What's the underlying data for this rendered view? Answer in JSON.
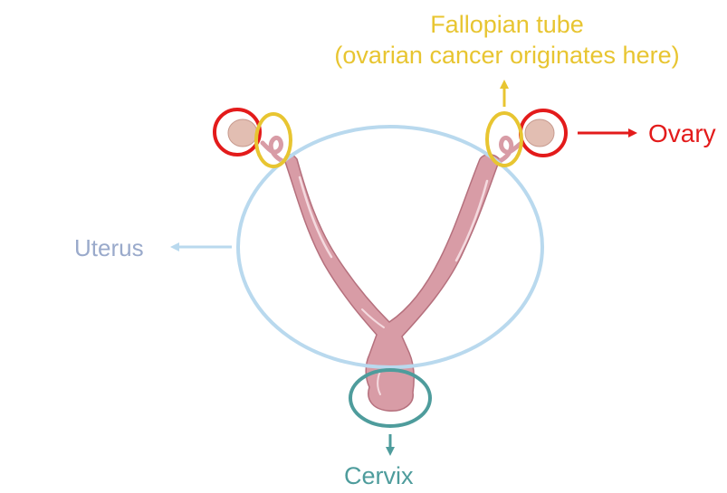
{
  "labels": {
    "fallopian_line1": "Fallopian tube",
    "fallopian_line2": "(ovarian cancer originates here)",
    "ovary": "Ovary",
    "uterus": "Uterus",
    "cervix": "Cervix"
  },
  "colors": {
    "fallopian": "#E8C531",
    "ovary": "#E31B1B",
    "uterus_ring": "#B9D9EE",
    "uterus_text": "#9AAACB",
    "cervix": "#4E9C9C",
    "tissue": "#D89CA6",
    "tissue_dark": "#B5707D",
    "ovary_tissue": "#E2BEB2"
  },
  "icons": {
    "uterus_illustration": "uterus-anatomy-illustration"
  }
}
